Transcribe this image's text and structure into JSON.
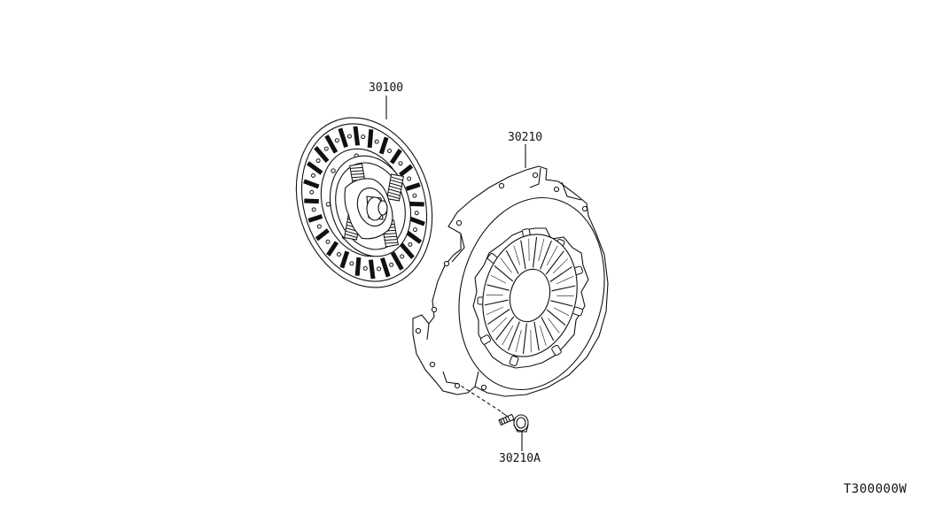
{
  "parts": {
    "clutch_disc": {
      "part_no": "30100"
    },
    "pressure_plate": {
      "part_no": "30210"
    },
    "bolt": {
      "part_no": "30210A"
    }
  },
  "diagram_code": "T300000W"
}
